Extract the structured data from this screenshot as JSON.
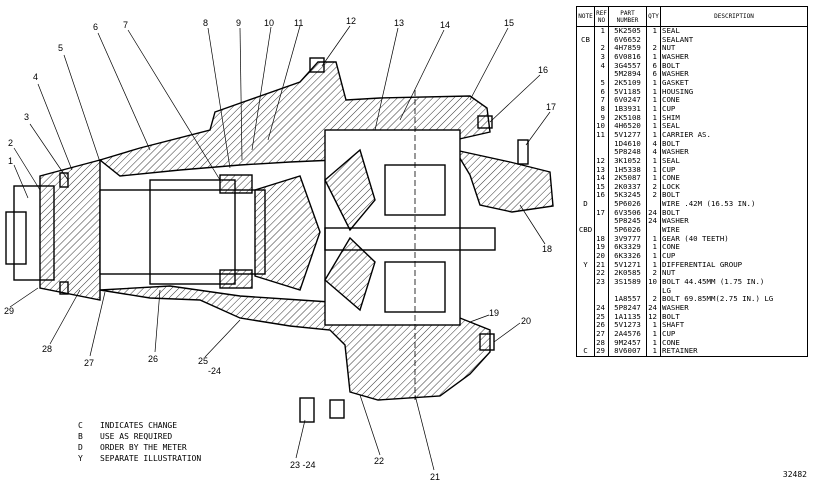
{
  "diagram": {
    "callouts": [
      "1",
      "2",
      "3",
      "4",
      "5",
      "6",
      "7",
      "8",
      "9",
      "10",
      "11",
      "12",
      "13",
      "14",
      "15",
      "16",
      "17",
      "18",
      "19",
      "20",
      "21",
      "22",
      "23 -24",
      "25",
      "-24",
      "26",
      "27",
      "28",
      "29"
    ]
  },
  "legend": [
    {
      "code": "C",
      "text": "INDICATES CHANGE"
    },
    {
      "code": "B",
      "text": "USE AS REQUIRED"
    },
    {
      "code": "D",
      "text": "ORDER BY THE METER"
    },
    {
      "code": "Y",
      "text": "SEPARATE ILLUSTRATION"
    }
  ],
  "parts_table": {
    "headers": {
      "note": "NOTE",
      "ref": "REF NO",
      "part": "PART NUMBER",
      "qty": "QTY",
      "desc": "DESCRIPTION"
    },
    "rows": [
      {
        "note": "",
        "ref": "1",
        "part": "5K2505",
        "qty": "1",
        "desc": "SEAL"
      },
      {
        "note": "CB",
        "ref": "",
        "part": "6V6652",
        "qty": "",
        "desc": "SEALANT"
      },
      {
        "note": "",
        "ref": "2",
        "part": "4H7859",
        "qty": "2",
        "desc": "NUT"
      },
      {
        "note": "",
        "ref": "3",
        "part": "6V0816",
        "qty": "1",
        "desc": "WASHER"
      },
      {
        "note": "",
        "ref": "4",
        "part": "3G4557",
        "qty": "6",
        "desc": "BOLT"
      },
      {
        "note": "",
        "ref": "",
        "part": "5M2894",
        "qty": "6",
        "desc": "WASHER"
      },
      {
        "note": "",
        "ref": "5",
        "part": "2K5109",
        "qty": "1",
        "desc": "GASKET"
      },
      {
        "note": "",
        "ref": "6",
        "part": "5V1185",
        "qty": "1",
        "desc": "HOUSING"
      },
      {
        "note": "",
        "ref": "7",
        "part": "6V0247",
        "qty": "1",
        "desc": "CONE"
      },
      {
        "note": "",
        "ref": "8",
        "part": "1B3931",
        "qty": "1",
        "desc": "CUP"
      },
      {
        "note": "",
        "ref": "9",
        "part": "2K5108",
        "qty": "1",
        "desc": "SHIM"
      },
      {
        "note": "",
        "ref": "10",
        "part": "4H6520",
        "qty": "1",
        "desc": "SEAL"
      },
      {
        "note": "",
        "ref": "11",
        "part": "5V1277",
        "qty": "1",
        "desc": "CARRIER AS."
      },
      {
        "note": "",
        "ref": "",
        "part": "1D4610",
        "qty": "4",
        "desc": "  BOLT"
      },
      {
        "note": "",
        "ref": "",
        "part": "5P8248",
        "qty": "4",
        "desc": "  WASHER"
      },
      {
        "note": "",
        "ref": "12",
        "part": "3K1052",
        "qty": "1",
        "desc": "SEAL"
      },
      {
        "note": "",
        "ref": "13",
        "part": "1H5338",
        "qty": "1",
        "desc": "CUP"
      },
      {
        "note": "",
        "ref": "14",
        "part": "2K5087",
        "qty": "1",
        "desc": "CONE"
      },
      {
        "note": "",
        "ref": "15",
        "part": "2K0337",
        "qty": "2",
        "desc": "LOCK"
      },
      {
        "note": "",
        "ref": "16",
        "part": "5K3245",
        "qty": "2",
        "desc": "BOLT"
      },
      {
        "note": "D",
        "ref": "",
        "part": "5P6026",
        "qty": "",
        "desc": "WIRE .42M (16.53 IN.)"
      },
      {
        "note": "",
        "ref": "17",
        "part": "6V3506",
        "qty": "24",
        "desc": "BOLT"
      },
      {
        "note": "",
        "ref": "",
        "part": "5P8245",
        "qty": "24",
        "desc": "WASHER"
      },
      {
        "note": "CBD",
        "ref": "",
        "part": "5P6026",
        "qty": "",
        "desc": "WIRE"
      },
      {
        "note": "",
        "ref": "18",
        "part": "3V9777",
        "qty": "1",
        "desc": "GEAR (40 TEETH)"
      },
      {
        "note": "",
        "ref": "19",
        "part": "6K3329",
        "qty": "1",
        "desc": "CONE"
      },
      {
        "note": "",
        "ref": "20",
        "part": "6K3326",
        "qty": "1",
        "desc": "CUP"
      },
      {
        "note": "Y",
        "ref": "21",
        "part": "5V1271",
        "qty": "1",
        "desc": "DIFFERENTIAL GROUP"
      },
      {
        "note": "",
        "ref": "22",
        "part": "2K0585",
        "qty": "2",
        "desc": "NUT"
      },
      {
        "note": "",
        "ref": "23",
        "part": "3S1589",
        "qty": "10",
        "desc": "BOLT 44.45MM (1.75 IN.)"
      },
      {
        "note": "",
        "ref": "",
        "part": "",
        "qty": "",
        "desc": "LG"
      },
      {
        "note": "",
        "ref": "",
        "part": "1A8557",
        "qty": "2",
        "desc": "BOLT 69.85MM(2.75 IN.) LG"
      },
      {
        "note": "",
        "ref": "24",
        "part": "5P8247",
        "qty": "24",
        "desc": "WASHER"
      },
      {
        "note": "",
        "ref": "25",
        "part": "1A1135",
        "qty": "12",
        "desc": "BOLT"
      },
      {
        "note": "",
        "ref": "26",
        "part": "5V1273",
        "qty": "1",
        "desc": "SHAFT"
      },
      {
        "note": "",
        "ref": "27",
        "part": "2A4576",
        "qty": "1",
        "desc": "CUP"
      },
      {
        "note": "",
        "ref": "28",
        "part": "9M2457",
        "qty": "1",
        "desc": "CONE"
      },
      {
        "note": "C",
        "ref": "29",
        "part": "8V6007",
        "qty": "1",
        "desc": "RETAINER"
      }
    ]
  },
  "catalog_number": "32482"
}
